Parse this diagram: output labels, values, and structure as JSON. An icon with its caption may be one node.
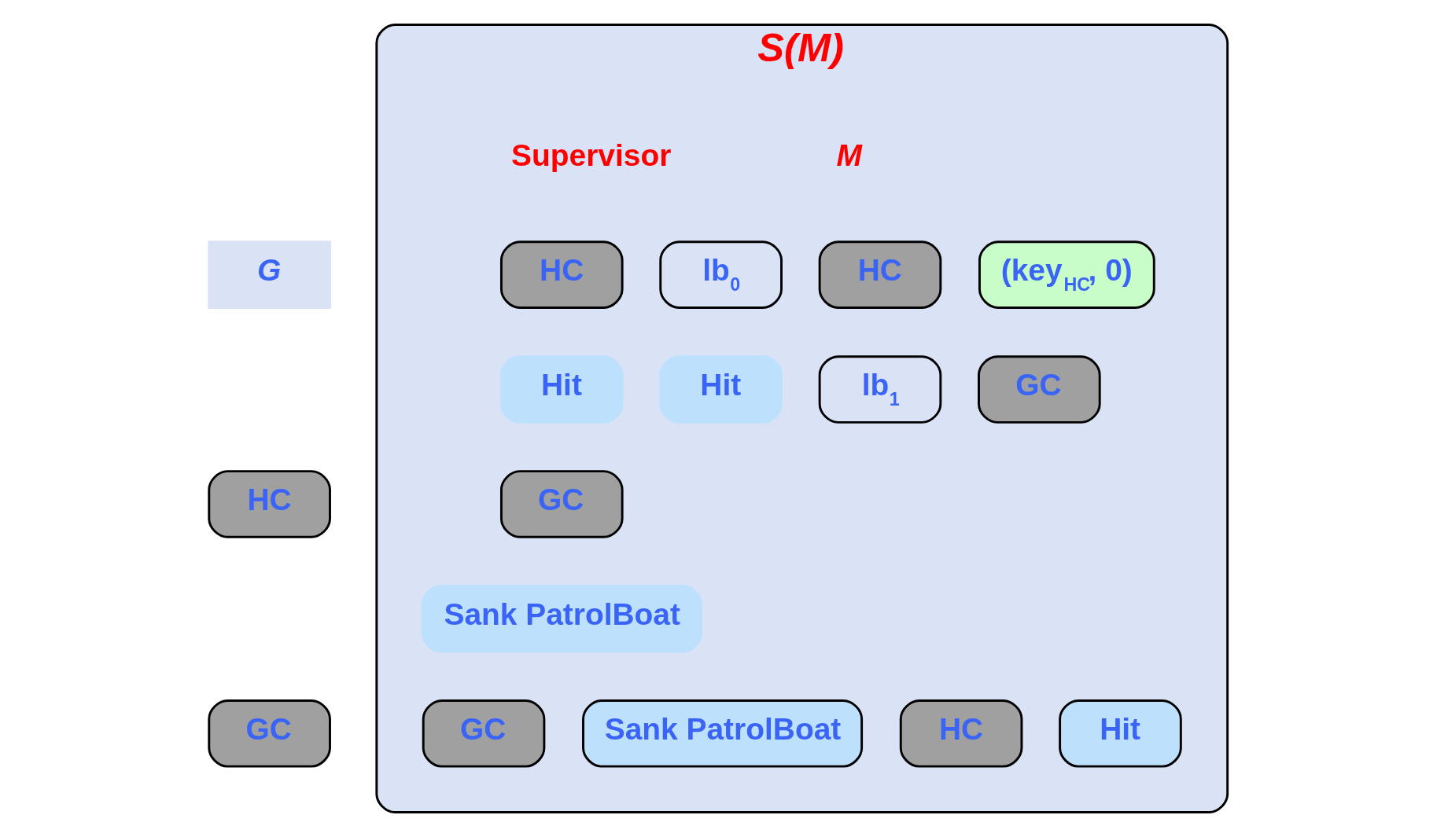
{
  "diagram": {
    "nodes": [
      {
        "text": [
          "G"
        ]
      },
      {
        "text": [
          "HC"
        ]
      },
      {
        "text": [
          "GC"
        ]
      },
      {
        "text": [
          "S(M)"
        ]
      },
      {
        "text": [
          "HC"
        ],
        "in": 3
      },
      {
        "text": [
          "lb$_{0}$"
        ],
        "in": 3
      },
      {
        "text": [
          "HC"
        ],
        "in": 3
      },
      {
        "text": [
          "(key$_{HC}$, 0)"
        ],
        "in": 3
      },
      {
        "text": [
          "Hit"
        ],
        "in": 3
      },
      {
        "text": [
          "Hit"
        ],
        "in": 3
      },
      {
        "text": [
          "lb$_{1}$"
        ],
        "in": 3
      },
      {
        "text": [
          "GC"
        ],
        "in": 3
      },
      {
        "text": [
          "GC"
        ],
        "in": 3
      },
      {
        "text": [
          "Sank PatrolBoat"
        ],
        "in": 3
      },
      {
        "text": [
          "GC"
        ],
        "in": 3
      },
      {
        "text": [
          "Sank PatrolBoat"
        ],
        "in": 3
      },
      {
        "text": [
          "HC"
        ],
        "in": 3
      },
      {
        "text": [
          "Hit"
        ],
        "in": 3
      }
    ],
    "edges": [],
    "labels": [
      "Supervisor",
      "M"
    ]
  }
}
